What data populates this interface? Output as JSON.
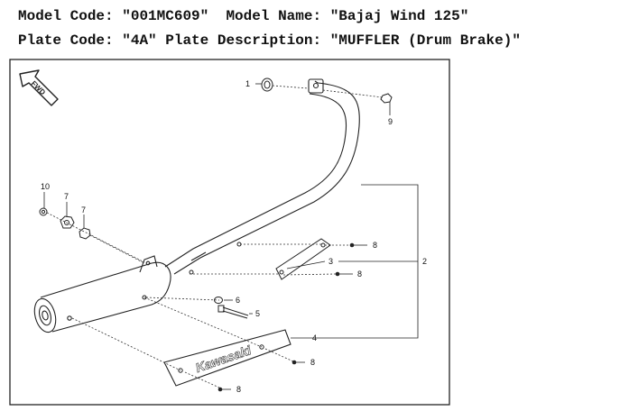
{
  "header": {
    "model_code_label": "Model Code:",
    "model_code_value": "\"001MC609\"",
    "model_name_label": "Model Name:",
    "model_name_value": "\"Bajaj Wind 125\"",
    "plate_code_label": "Plate Code:",
    "plate_code_value": "\"4A\"",
    "plate_desc_label": "Plate Description:",
    "plate_desc_value": "\"MUFFLER (Drum Brake)\""
  },
  "diagram": {
    "fwd_label": "FWD",
    "brand_text": "Kawasaki",
    "callouts": {
      "c1": "1",
      "c2": "2",
      "c3": "3",
      "c4": "4",
      "c5": "5",
      "c6": "6",
      "c7a": "7",
      "c7b": "7",
      "c8a": "8",
      "c8b": "8",
      "c8c": "8",
      "c8d": "8",
      "c9": "9",
      "c10": "10"
    }
  }
}
